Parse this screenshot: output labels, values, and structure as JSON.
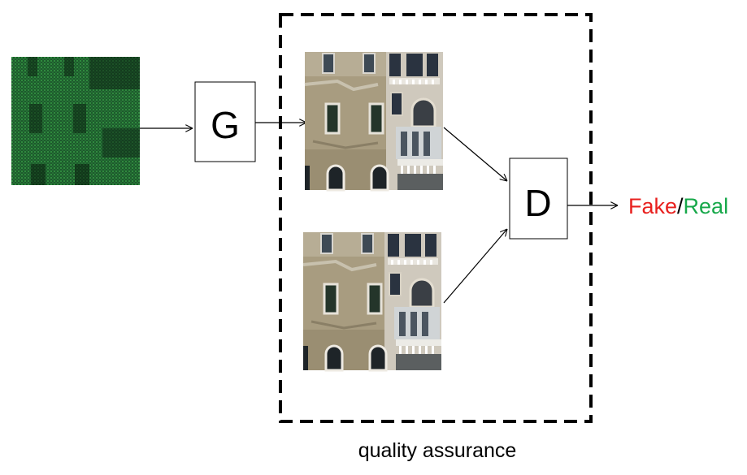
{
  "diagram": {
    "generator_label": "G",
    "discriminator_label": "D",
    "output": {
      "fake_text": "Fake",
      "separator": "/",
      "real_text": "Real",
      "fake_color": "#e8201e",
      "real_color": "#17a84a"
    },
    "group_label": "quality assurance"
  }
}
